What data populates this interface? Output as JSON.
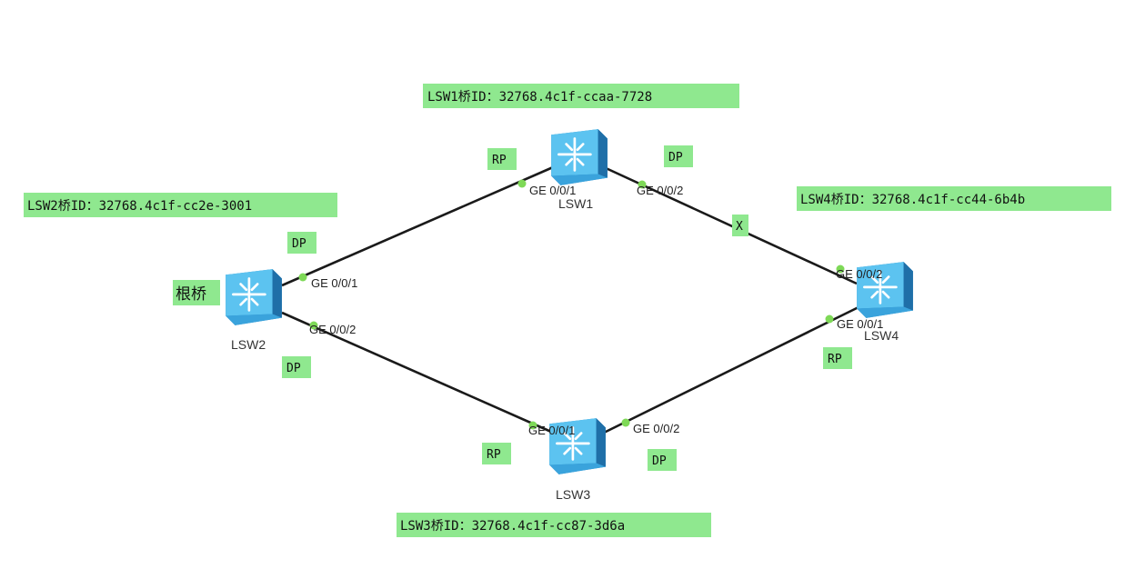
{
  "bridge_ids": {
    "lsw1": "LSW1桥ID：32768.4c1f-ccaa-7728",
    "lsw2": "LSW2桥ID：32768.4c1f-cc2e-3001",
    "lsw3": "LSW3桥ID：32768.4c1f-cc87-3d6a",
    "lsw4": "LSW4桥ID：32768.4c1f-cc44-6b4b"
  },
  "root_label": "根桥",
  "devices": {
    "lsw1": "LSW1",
    "lsw2": "LSW2",
    "lsw3": "LSW3",
    "lsw4": "LSW4"
  },
  "ports": {
    "lsw1_g1": "GE 0/0/1",
    "lsw1_g2": "GE 0/0/2",
    "lsw2_g1": "GE 0/0/1",
    "lsw2_g2": "GE 0/0/2",
    "lsw3_g1": "GE 0/0/1",
    "lsw3_g2": "GE 0/0/2",
    "lsw4_g1": "GE 0/0/1",
    "lsw4_g2": "GE 0/0/2"
  },
  "roles": {
    "lsw1_g1": "RP",
    "lsw1_g2": "DP",
    "lsw2_g1": "DP",
    "lsw2_g2": "DP",
    "lsw3_g1": "RP",
    "lsw3_g2": "DP",
    "lsw4_g1": "RP"
  },
  "blocked_mark": "X",
  "colors": {
    "tag": "#8fe88f",
    "port_dot": "#7ed957",
    "link": "#1a1a1a",
    "switch_body": "#4fb8ec"
  }
}
